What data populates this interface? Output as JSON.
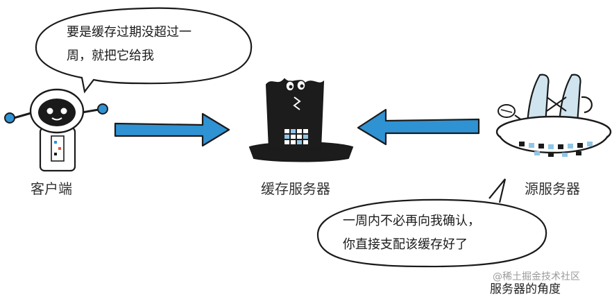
{
  "nodes": {
    "client": {
      "label": "客户端"
    },
    "cache": {
      "label": "缓存服务器"
    },
    "origin": {
      "label": "源服务器"
    }
  },
  "bubbles": {
    "client_say": {
      "line1": "要是缓存过期没超过一",
      "line2": "周，就把它给我"
    },
    "origin_say": {
      "line1": "一周内不必再向我确认，",
      "line2": "你直接支配该缓存好了"
    }
  },
  "caption": "服务器的角度",
  "watermark": "@稀土掘金技术社区",
  "colors": {
    "arrow": "#2f92d3",
    "outline": "#1a1a1a",
    "hat": "#1c1c1c",
    "saucer": "#cfe4ee"
  }
}
